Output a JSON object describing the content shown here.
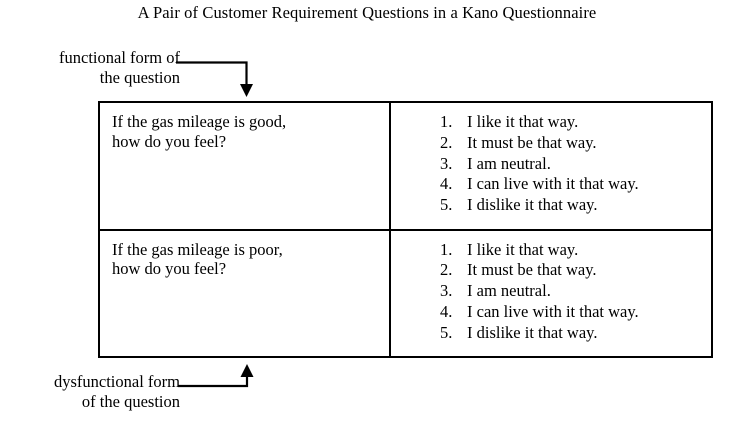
{
  "figure": {
    "title": "A Pair of Customer Requirement Questions in a Kano Questionnaire"
  },
  "callouts": {
    "functional": {
      "line1": "functional form of",
      "line2": "the question",
      "arrow": "down-arrow"
    },
    "dysfunctional": {
      "line1": "dysfunctional form",
      "line2": "of the question",
      "arrow": "up-arrow"
    }
  },
  "table": {
    "rows": [
      {
        "question_line1": "If the gas mileage is good,",
        "question_line2": "how do you feel?",
        "answers": [
          {
            "num": "1.",
            "text": "I like it that way."
          },
          {
            "num": "2.",
            "text": "It must be that way."
          },
          {
            "num": "3.",
            "text": "I am neutral."
          },
          {
            "num": "4.",
            "text": "I can live with it that way."
          },
          {
            "num": "5.",
            "text": "I dislike it that way."
          }
        ]
      },
      {
        "question_line1": "If the gas mileage is poor,",
        "question_line2": "how do you feel?",
        "answers": [
          {
            "num": "1.",
            "text": "I like it that way."
          },
          {
            "num": "2.",
            "text": "It must be that way."
          },
          {
            "num": "3.",
            "text": "I am neutral."
          },
          {
            "num": "4.",
            "text": "I can live with it that way."
          },
          {
            "num": "5.",
            "text": "I dislike it that way."
          }
        ]
      }
    ]
  },
  "colors": {
    "ink": "#000000",
    "paper": "#ffffff"
  }
}
